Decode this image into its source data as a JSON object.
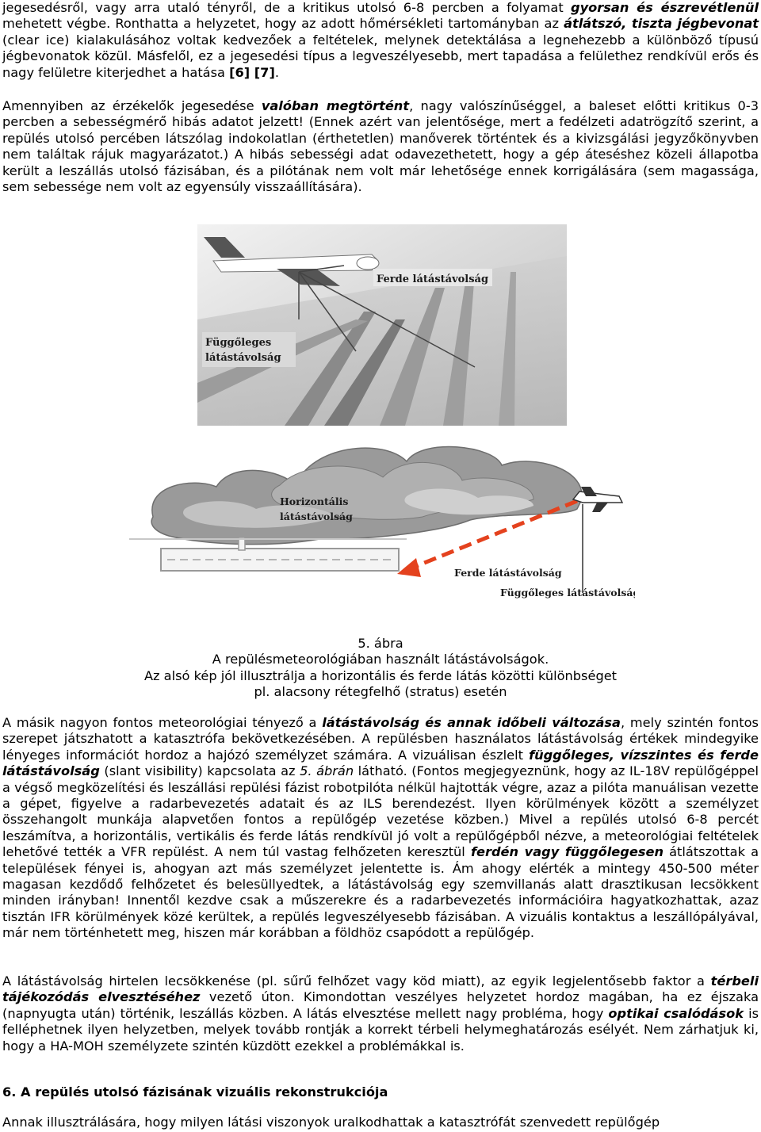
{
  "para1": {
    "s1": "jegesedésről, vagy arra utaló tényről, de a kritikus utolsó 6-8 percben a folyamat ",
    "s2": "gyorsan és észrevétlenül",
    "s3": " mehetett végbe. Ronthatta a helyzetet, hogy az adott hőmérsékleti tartományban az ",
    "s4": "átlátszó, tiszta jégbevonat",
    "s5": " (clear ice) kialakulásához voltak kedvezőek a feltételek, melynek detektálása a legnehezebb a különböző típusú jégbevonatok közül. Másfelől, ez a jegesedési típus a legveszélyesebb, mert tapadása a felülethez rendkívül erős és nagy felületre kiterjedhet a hatása ",
    "s6": "[6] [7]",
    "s7": "."
  },
  "para2": {
    "s1": "Amennyiben az érzékelők jegesedése ",
    "s2": "valóban megtörtént",
    "s3": ", nagy valószínűséggel, a baleset előtti kritikus 0-3 percben a sebességmérő hibás adatot jelzett! (Ennek azért van jelentősége, mert a fedélzeti adatrögzítő szerint, a repülés utolsó percében látszólag indokolatlan (érthetetlen) manőverek történtek és a kivizsgálási jegyzőkönyvben nem találtak rájuk magyarázatot.) A hibás sebességi adat odavezethetett, hogy a gép átesés­hez közeli állapotba került a leszállás utolsó fázisában, és a pilótának nem volt már lehetősége ennek korrigálására (sem magassága, sem sebessége nem volt az egyensúly visszaállítására)."
  },
  "figure_top": {
    "label_slant": "Ferde látástávolság",
    "label_vertical_1": "Függőleges",
    "label_vertical_2": "látástávolság"
  },
  "figure_bottom": {
    "label_horizontal_1": "Horizontális",
    "label_horizontal_2": "látástávolság",
    "label_slant": "Ferde látástávolság",
    "label_vertical": "Függőleges látástávolság"
  },
  "caption": {
    "line1": "5. ábra",
    "line2": "A repülésmeteorológiában használt látástávolságok.",
    "line3": "Az alsó kép jól illusztrálja a horizontális és ferde látás közötti különbséget",
    "line4": "pl. alacsony rétegfelhő (stratus) esetén"
  },
  "para3": {
    "s1": "A másik nagyon fontos meteorológiai tényező a ",
    "s2": "látástávolság és annak időbeli változása",
    "s3": ", mely szintén fontos szerepet játszhatott a katasztrófa bekövetkezésében. A repülésben használatos látástávolság értékek mindegyike lényeges információt hordoz a hajózó személyzet számára. A vizuálisan észlelt ",
    "s4": "függőleges, vízszintes és ferde látástávolság",
    "s5": " (slant visibility) kapcsolata az ",
    "s6": "5. ábrán",
    "s7": " látható. (Fontos megjegyeznünk, hogy az IL-18V repülőgéppel a végső megközelítési és leszállási repülési fázist robotpilóta nélkül hajtották végre, azaz a pilóta manuálisan vezette a gépet, figyelve a radarbevezetés adatait és az ILS berendezést. Ilyen körülmények között a személyzet összehangolt munkája alapvetően fontos a repülőgép vezetése közben.) Mivel a repülés utolsó 6-8 percét leszámítva, a horizontális, vertikális és ferde látás rendkívül jó volt a repülőgépből nézve, a meteorológiai feltételek lehetővé tették a VFR repülést. A nem túl vastag felhőzeten keresztül ",
    "s8": "ferdén vagy függőlegesen",
    "s9": " átlátszottak a települések fényei is, ahogyan azt más személyzet jelentette is. Ám ahogy elérték a mintegy 450-500 méter magasan kezdődő felhőzetet és belesüllyedtek, a látástávolság egy szemvillanás alatt drasztikusan lecsökkent minden irányban! Innentől kezdve csak a műszerekre és a radarbevezetés információira hagyatkozhattak, azaz tisztán IFR körülmények közé kerültek, a repülés legveszélyesebb fázisában. A vizuális kontaktus a leszállópályával, már nem történhetett meg, hiszen már korábban a földhöz csapódott a repülőgép."
  },
  "para4": {
    "s1": "A látástávolság hirtelen lecsökkenése (pl. sűrű felhőzet vagy köd miatt), az egyik legjelentősebb faktor a ",
    "s2": "térbeli tájékozódás elvesztéséhez",
    "s3": " vezető úton. Kimondottan veszélyes helyzetet hordoz magában, ha ez éjszaka (napnyugta után) történik, leszállás közben. A látás elvesztése mellett nagy probléma, hogy ",
    "s4": "optikai csalódások",
    "s5": " is felléphetnek ilyen helyzetben, melyek tovább rontják a korrekt térbeli helymeghatározás esélyét. Nem zárhatjuk ki, hogy a HA-MOH személyzete szintén küzdött ezekkel a problémákkal is."
  },
  "heading": "6. A repülés utolsó fázisának vizuális rekonstrukciója",
  "para5": "Annak illusztrálására, hogy milyen látási viszonyok uralkodhattak a katasztrófát szenvedett repülőgép"
}
